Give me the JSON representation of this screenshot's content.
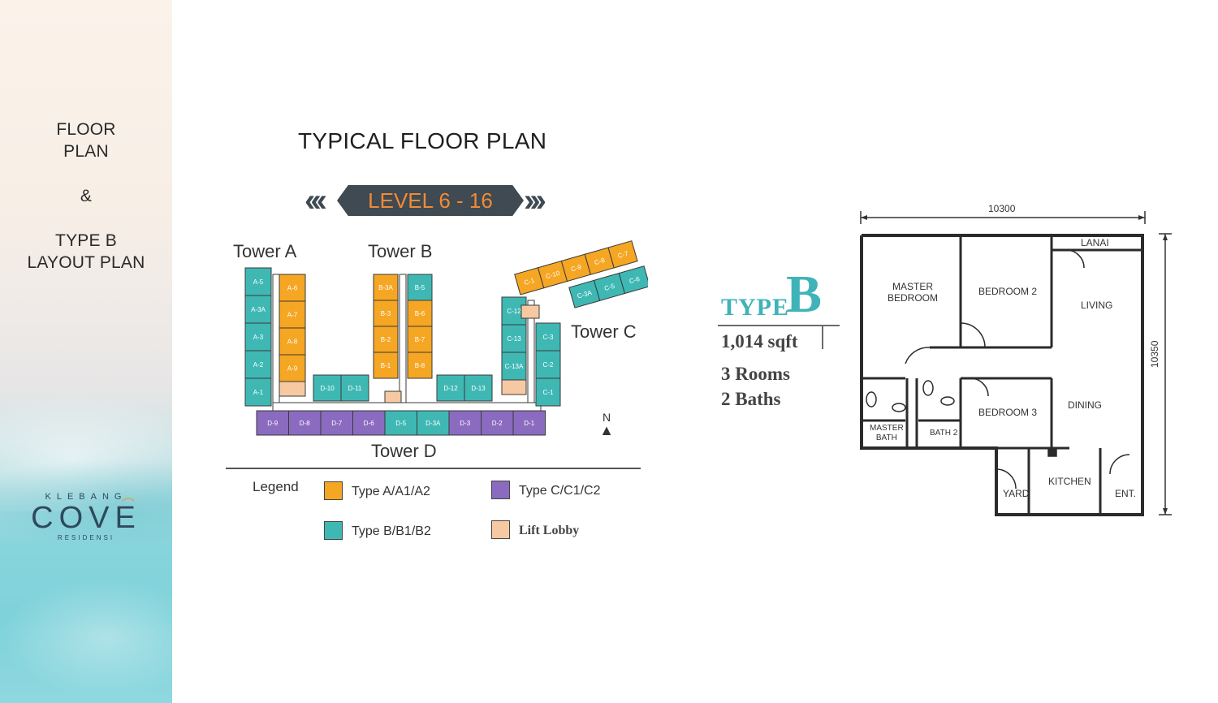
{
  "sidebar": {
    "title_line1": "FLOOR",
    "title_line2": "PLAN",
    "amp": "&",
    "title_line3": "TYPE B",
    "title_line4": "LAYOUT PLAN",
    "logo_top": "KLEBANG",
    "logo_main": "COVE",
    "logo_bottom": "RESIDENSI"
  },
  "plan": {
    "title": "TYPICAL FLOOR PLAN",
    "level": "LEVEL 6 - 16",
    "towers": [
      "Tower A",
      "Tower B",
      "Tower C",
      "Tower D"
    ],
    "north": "N",
    "units": {
      "tower_a_left": [
        "A-5",
        "A-3A",
        "A-3",
        "A-2",
        "A-1"
      ],
      "tower_a_right": [
        "A-6",
        "A-7",
        "A-8",
        "A-9"
      ],
      "tower_b_left": [
        "B-3A",
        "B-3",
        "B-2",
        "B-1"
      ],
      "tower_b_right": [
        "B-5",
        "B-6",
        "B-7",
        "B-8"
      ],
      "tower_c_left": [
        "C-12",
        "C-13",
        "C-13A"
      ],
      "tower_c_right": [
        "C-3",
        "C-2",
        "C-1"
      ],
      "tower_c_top_orange": [
        "C-1",
        "C-10",
        "C-9",
        "C-8",
        "C-7"
      ],
      "tower_c_top_teal": [
        "C-3A",
        "C-5",
        "C-6"
      ],
      "tower_d_inner": [
        "D-10",
        "D-11",
        "D-12",
        "D-13"
      ],
      "tower_d_row": [
        "D-9",
        "D-8",
        "D-7",
        "D-6",
        "D-5",
        "D-3A",
        "D-3",
        "D-2",
        "D-1"
      ]
    }
  },
  "legend": {
    "title": "Legend",
    "items": [
      {
        "label": "Type A/A1/A2",
        "color": "#f5a623"
      },
      {
        "label": "Type C/C1/C2",
        "color": "#8a6bbf"
      },
      {
        "label": "Type B/B1/B2",
        "color": "#3fb8b4"
      },
      {
        "label": "Lift Lobby",
        "color": "#f7c9a3"
      }
    ]
  },
  "type_b": {
    "type_word": "TYPE",
    "type_letter": "B",
    "area": "1,014 sqft",
    "rooms": "3 Rooms",
    "baths": "2 Baths"
  },
  "unit": {
    "width_dim": "10300",
    "height_dim": "10350",
    "rooms": {
      "lanai": "LANAI",
      "master_bedroom_1": "MASTER",
      "master_bedroom_2": "BEDROOM",
      "bedroom2": "BEDROOM 2",
      "living": "LIVING",
      "bedroom3": "BEDROOM 3",
      "dining": "DINING",
      "master_bath_1": "MASTER",
      "master_bath_2": "BATH",
      "bath2": "BATH 2",
      "kitchen": "KITCHEN",
      "yard": "YARD",
      "ent": "ENT."
    }
  },
  "colors": {
    "type_a": "#f5a623",
    "type_b": "#3fb8b4",
    "type_c": "#8a6bbf",
    "lobby": "#f7c9a3",
    "accent_teal": "#3fb3b8",
    "level_text": "#f28a34",
    "banner": "#3f4a52"
  }
}
